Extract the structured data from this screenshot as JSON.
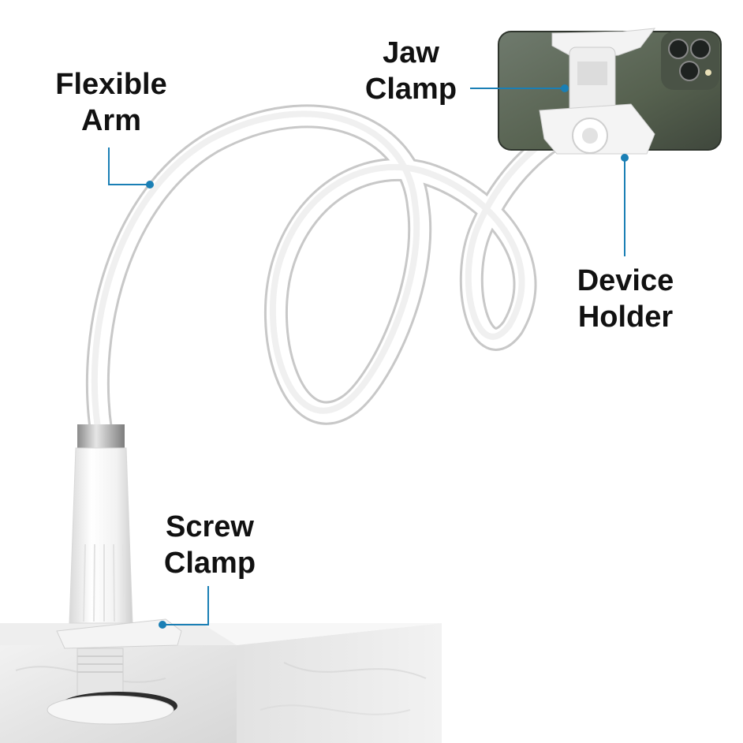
{
  "labels": {
    "flexible_arm": {
      "line1": "Flexible",
      "line2": "Arm"
    },
    "jaw_clamp": {
      "line1": "Jaw",
      "line2": "Clamp"
    },
    "device_holder": {
      "line1": "Device",
      "line2": "Holder"
    },
    "screw_clamp": {
      "line1": "Screw",
      "line2": "Clamp"
    }
  },
  "colors": {
    "leader_line": "#1a7fb5",
    "label_text": "#111111",
    "arm": "#ffffff",
    "phone": "#5f6b5f"
  }
}
